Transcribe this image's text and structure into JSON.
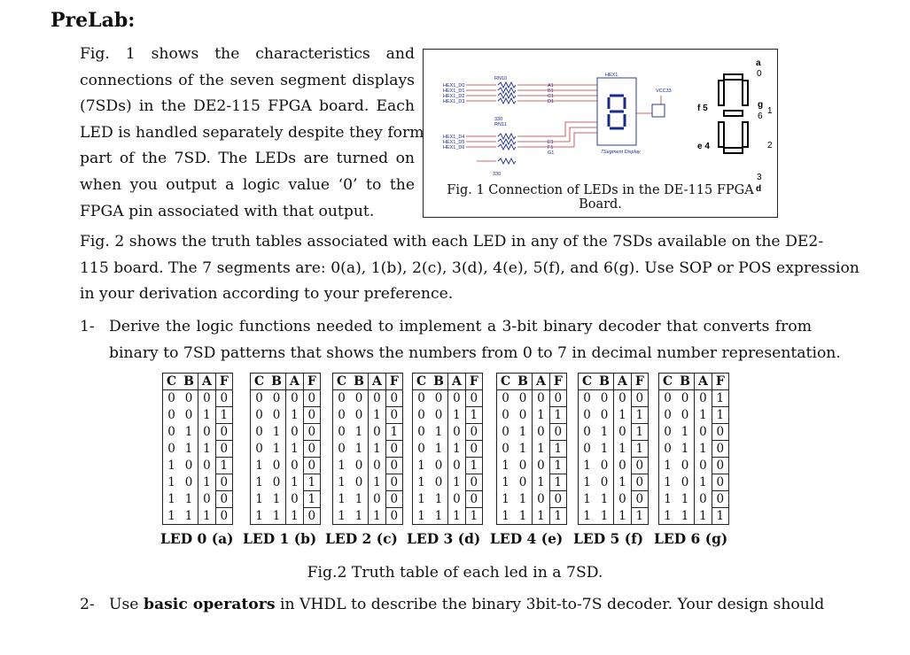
{
  "heading": "PreLab:",
  "para1": [
    "Fig. 1 shows the characteristics and",
    "connections of the seven segment displays",
    "(7SDs) in the DE2-115 FPGA board. Each",
    "LED is handled separately despite they form",
    "part of the 7SD. The LEDs are turned on",
    "when you output a logic value ‘0’ to the",
    "FPGA pin associated with that output."
  ],
  "fig1": {
    "caption": "Fig. 1 Connection of LEDs in the DE-115 FPGA Board.",
    "schematic": {
      "rn_top": "RN10",
      "rn_bottom": "RN11",
      "res_top": "330",
      "res_bottom": "330",
      "hex_label": "HEX1",
      "vcc": "VCC33",
      "display_label": "7Segment Display",
      "inputs_top": [
        "HEX1_D0",
        "HEX1_D1",
        "HEX1_D2",
        "HEX1_D3"
      ],
      "inputs_bottom": [
        "HEX1_D4",
        "HEX1_D5",
        "HEX1_D6"
      ],
      "pins_top": [
        "A1",
        "B1",
        "C1",
        "D1"
      ],
      "pins_bottom": [
        "E1",
        "F1",
        "G1"
      ]
    },
    "segments": {
      "a": "a",
      "a_num": "0",
      "b_num": "1",
      "c_num": "2",
      "d_num": "3",
      "d": "d",
      "e": "e 4",
      "f": "f 5",
      "g": "g",
      "g_num": "6"
    }
  },
  "para2": [
    "Fig. 2 shows the truth tables associated with each LED in any of the 7SDs available on the DE2-",
    "115 board. The 7 segments are: 0(a), 1(b), 2(c), 3(d), 4(e), 5(f), and 6(g). Use SOP or POS expression",
    "in your derivation according to your preference."
  ],
  "item1": {
    "num": "1-",
    "lines": [
      "Derive the logic functions needed to implement a 3-bit binary decoder that converts from",
      "binary to 7SD patterns that shows the numbers from 0 to 7 in decimal number representation."
    ]
  },
  "truth_tables": {
    "headers": [
      "C",
      "B",
      "A",
      "F"
    ],
    "inputs": [
      [
        "0",
        "0",
        "0"
      ],
      [
        "0",
        "0",
        "1"
      ],
      [
        "0",
        "1",
        "0"
      ],
      [
        "0",
        "1",
        "1"
      ],
      [
        "1",
        "0",
        "0"
      ],
      [
        "1",
        "0",
        "1"
      ],
      [
        "1",
        "1",
        "0"
      ],
      [
        "1",
        "1",
        "1"
      ]
    ],
    "tables": [
      {
        "label": "LED 0 (a)",
        "f": [
          "0",
          "1",
          "0",
          "0",
          "1",
          "0",
          "0",
          "0"
        ]
      },
      {
        "label": "LED 1 (b)",
        "f": [
          "0",
          "0",
          "0",
          "0",
          "0",
          "1",
          "1",
          "0"
        ]
      },
      {
        "label": "LED 2 (c)",
        "f": [
          "0",
          "0",
          "1",
          "0",
          "0",
          "0",
          "0",
          "0"
        ]
      },
      {
        "label": "LED 3 (d)",
        "f": [
          "0",
          "1",
          "0",
          "0",
          "1",
          "0",
          "0",
          "1"
        ]
      },
      {
        "label": "LED 4 (e)",
        "f": [
          "0",
          "1",
          "0",
          "1",
          "1",
          "1",
          "0",
          "1"
        ]
      },
      {
        "label": "LED 5 (f)",
        "f": [
          "0",
          "1",
          "1",
          "1",
          "0",
          "0",
          "0",
          "1"
        ]
      },
      {
        "label": "LED 6 (g)",
        "f": [
          "1",
          "1",
          "0",
          "0",
          "0",
          "0",
          "0",
          "1"
        ]
      }
    ]
  },
  "fig2_caption": "Fig.2 Truth table of each led in a 7SD.",
  "item2": {
    "num": "2-",
    "before": "Use ",
    "bold": "basic operators",
    "after": " in VHDL to describe the binary 3bit-to-7S decoder. Your design should"
  }
}
